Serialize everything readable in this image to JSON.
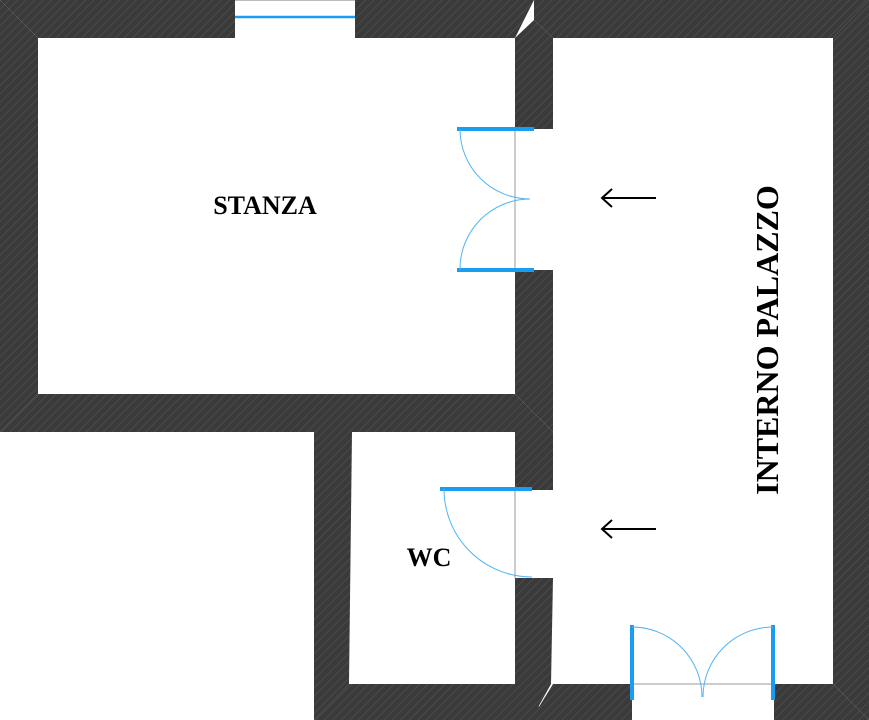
{
  "plan": {
    "rooms": {
      "stanza": "STANZA",
      "wc": "WC",
      "interno_palazzo": "INTERNO PALAZZO"
    },
    "colors": {
      "wall": "#3a3a3a",
      "wall_hatch": "#4a4a4a",
      "door_leaf": "#1a9cf0",
      "door_swing": "#52b4f2",
      "background": "#ffffff",
      "text": "#000000"
    },
    "icons": {
      "arrow_upper": "left-arrow-icon",
      "arrow_lower": "left-arrow-icon"
    }
  }
}
